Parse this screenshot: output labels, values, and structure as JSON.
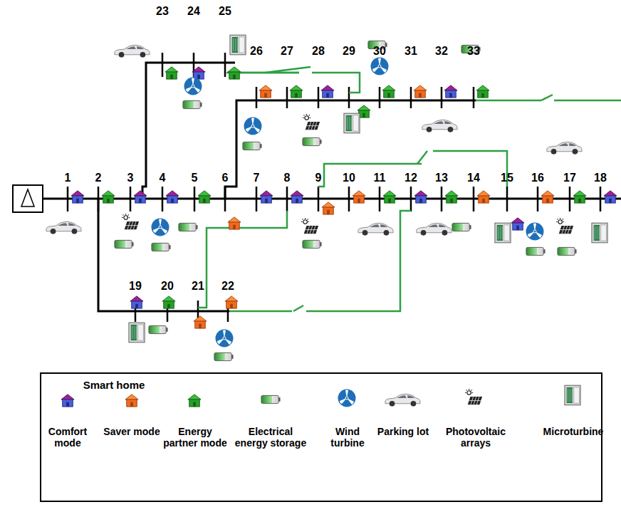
{
  "diagram": {
    "labels": [
      "1",
      "2",
      "3",
      "4",
      "5",
      "6",
      "7",
      "8",
      "9",
      "10",
      "11",
      "12",
      "13",
      "14",
      "15",
      "16",
      "17",
      "18",
      "19",
      "20",
      "21",
      "22",
      "23",
      "24",
      "25",
      "26",
      "27",
      "28",
      "29",
      "30",
      "31",
      "32",
      "33",
      "Smart home"
    ],
    "legend": [
      {
        "text": "Comfort mode"
      },
      {
        "text": "Saver mode"
      },
      {
        "text": "Energy partner mode"
      },
      {
        "text": "Electrical energy storage"
      },
      {
        "text": "Wind turbine"
      },
      {
        "text": "Parking lot"
      },
      {
        "text": "Photovoltaic arrays"
      },
      {
        "text": "Microturbine"
      }
    ]
  }
}
